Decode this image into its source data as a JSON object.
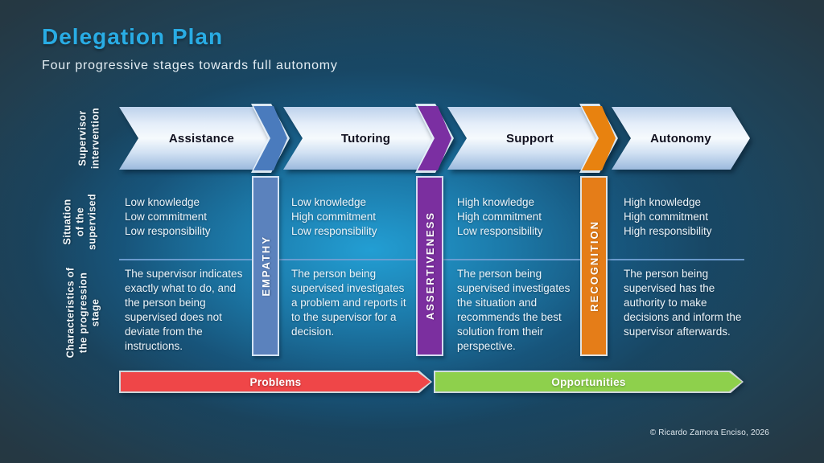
{
  "slide": {
    "title": "Delegation Plan",
    "subtitle": "Four progressive stages towards full autonomy",
    "copyright": "© Ricardo Zamora Enciso, 2026"
  },
  "row_labels": {
    "supervisor": "Supervisor\nintervention",
    "situation": "Situation\nof the\nsupervised",
    "characteristics": "Characteristics of\nthe progression\nstage"
  },
  "stages": [
    {
      "name": "Assistance",
      "situation": [
        "Low knowledge",
        "Low commitment",
        "Low responsibility"
      ],
      "characteristics": "The supervisor indicates exactly what to do, and the person being supervised does not deviate from the instructions."
    },
    {
      "name": "Tutoring",
      "situation": [
        "Low knowledge",
        "High commitment",
        "Low responsibility"
      ],
      "characteristics": "The person being supervised investigates a problem and reports it to the supervisor for a decision."
    },
    {
      "name": "Support",
      "situation": [
        "High knowledge",
        "High commitment",
        "Low responsibility"
      ],
      "characteristics": "The person being supervised investigates the situation and recommends the best solution from their perspective."
    },
    {
      "name": "Autonomy",
      "situation": [
        "High knowledge",
        "High commitment",
        "High responsibility"
      ],
      "characteristics": "The person being supervised has the authority to make decisions and inform the supervisor afterwards."
    }
  ],
  "keywords": [
    {
      "label": "EMPATHY",
      "color": "#5b82bd"
    },
    {
      "label": "ASSERTIVENESS",
      "color": "#7b2f9f"
    },
    {
      "label": "RECOGNITION",
      "color": "#e57d18"
    }
  ],
  "connectors": [
    {
      "name": "assistance-to-tutoring-chevron",
      "color": "#4a7bbd"
    },
    {
      "name": "tutoring-to-support-chevron",
      "color": "#7b2fa2"
    },
    {
      "name": "support-to-autonomy-chevron",
      "color": "#e8820f"
    }
  ],
  "bottom_arrows": [
    {
      "label": "Problems",
      "color": "#ef4648"
    },
    {
      "label": "Opportunities",
      "color": "#8ed04c"
    }
  ],
  "theme": {
    "title_color": "#29ace4",
    "background_glow": "#23a2d8",
    "background_corner": "#28343c",
    "stage_arrow_fill": "#e6effa",
    "divider_color": "#6f9ed2"
  }
}
